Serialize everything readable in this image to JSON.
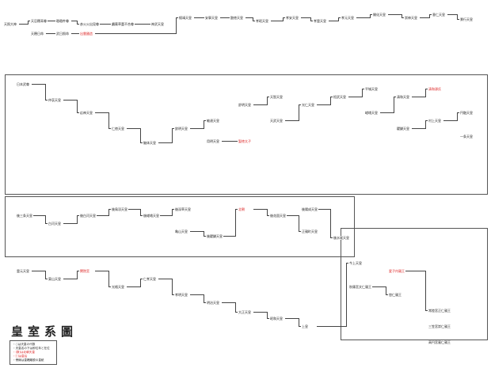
{
  "title": "皇室系圖",
  "legend": [
    "・○は天皇の代数",
    "・天皇名の下は即位年と在位",
    "・(数)は北朝天皇",
    "・[ ]は皇后",
    "・傍線は皇籍離脱の皇統"
  ],
  "nodes": [
    {
      "label": "天照大神",
      "red": false
    },
    {
      "label": "天忍穂耳尊",
      "red": false
    },
    {
      "label": "瓊瓊杵尊",
      "red": false
    },
    {
      "label": "彦火火出見尊",
      "red": false
    },
    {
      "label": "鸕鶿草葺不合尊",
      "red": false
    },
    {
      "label": "神武天皇",
      "red": false
    },
    {
      "label": "天穂日命",
      "red": false
    },
    {
      "label": "武日照命",
      "red": false
    },
    {
      "label": "出雲國造",
      "red": true
    },
    {
      "label": "綏靖天皇",
      "red": false
    },
    {
      "label": "安寧天皇",
      "red": false
    },
    {
      "label": "懿徳天皇",
      "red": false
    },
    {
      "label": "孝昭天皇",
      "red": false
    },
    {
      "label": "孝安天皇",
      "red": false
    },
    {
      "label": "孝霊天皇",
      "red": false
    },
    {
      "label": "孝元天皇",
      "red": false
    },
    {
      "label": "開化天皇",
      "red": false
    },
    {
      "label": "崇神天皇",
      "red": false
    },
    {
      "label": "垂仁天皇",
      "red": false
    },
    {
      "label": "景行天皇",
      "red": false
    },
    {
      "label": "日本武尊",
      "red": false
    },
    {
      "label": "仲哀天皇",
      "red": false
    },
    {
      "label": "応神天皇",
      "red": false
    },
    {
      "label": "仁徳天皇",
      "red": false
    },
    {
      "label": "継体天皇",
      "red": false
    },
    {
      "label": "欽明天皇",
      "red": false
    },
    {
      "label": "敏達天皇",
      "red": false
    },
    {
      "label": "用明天皇",
      "red": false
    },
    {
      "label": "聖徳太子",
      "red": true
    },
    {
      "label": "舒明天皇",
      "red": false
    },
    {
      "label": "天智天皇",
      "red": false
    },
    {
      "label": "天武天皇",
      "red": false
    },
    {
      "label": "光仁天皇",
      "red": false
    },
    {
      "label": "桓武天皇",
      "red": false
    },
    {
      "label": "平城天皇",
      "red": false
    },
    {
      "label": "嵯峨天皇",
      "red": false
    },
    {
      "label": "清和天皇",
      "red": false
    },
    {
      "label": "清和源氏",
      "red": true
    },
    {
      "label": "醍醐天皇",
      "red": false
    },
    {
      "label": "村上天皇",
      "red": false
    },
    {
      "label": "円融天皇",
      "red": false
    },
    {
      "label": "一条天皇",
      "red": false
    },
    {
      "label": "後三条天皇",
      "red": false
    },
    {
      "label": "白河天皇",
      "red": false
    },
    {
      "label": "後白河天皇",
      "red": false
    },
    {
      "label": "後鳥羽天皇",
      "red": false
    },
    {
      "label": "後嵯峨天皇",
      "red": false
    },
    {
      "label": "後深草天皇",
      "red": false
    },
    {
      "label": "亀山天皇",
      "red": false
    },
    {
      "label": "後醍醐天皇",
      "red": false
    },
    {
      "label": "北朝",
      "red": true
    },
    {
      "label": "後花園天皇",
      "red": false
    },
    {
      "label": "正親町天皇",
      "red": false
    },
    {
      "label": "後陽成天皇",
      "red": false
    },
    {
      "label": "後水尾天皇",
      "red": false
    },
    {
      "label": "霊元天皇",
      "red": false
    },
    {
      "label": "東山天皇",
      "red": false
    },
    {
      "label": "閑院宮",
      "red": true
    },
    {
      "label": "光格天皇",
      "red": false
    },
    {
      "label": "仁孝天皇",
      "red": false
    },
    {
      "label": "孝明天皇",
      "red": false
    },
    {
      "label": "明治天皇",
      "red": false
    },
    {
      "label": "大正天皇",
      "red": false
    },
    {
      "label": "昭和天皇",
      "red": false
    },
    {
      "label": "上皇",
      "red": false
    },
    {
      "label": "今上天皇",
      "red": false
    },
    {
      "label": "秋篠宮文仁親王",
      "red": false
    },
    {
      "label": "悠仁親王",
      "red": false
    },
    {
      "label": "愛子内親王",
      "red": true
    },
    {
      "label": "常陸宮正仁親王",
      "red": false
    },
    {
      "label": "三笠宮崇仁親王",
      "red": false
    },
    {
      "label": "高円宮憲仁親王",
      "red": false
    }
  ]
}
